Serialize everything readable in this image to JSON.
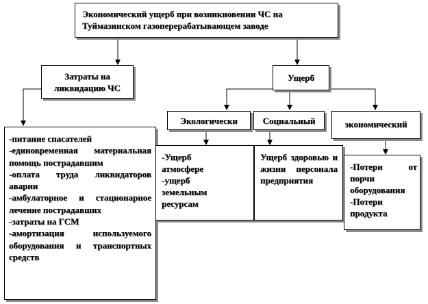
{
  "diagram": {
    "root": {
      "line1": "Экономический ущерб при возникновении ЧС на",
      "line2": "Туймазинском газоперерабатывающем заводе"
    },
    "costs": {
      "title_line1": "Затраты на",
      "title_line2": "ликвидацию ЧС",
      "items": [
        "-питание спасателей",
        "-единовременная материальная помощь пострадавшим",
        "-оплата труда ликвидаторов аварии",
        "-амбулаторное и стационарное лечение пострадавших",
        "-затраты на ГСМ",
        "-амортизация используемого оборудования и транспортных средств"
      ]
    },
    "damage": {
      "title": "Ущерб"
    },
    "ecological": {
      "title": "Экологически",
      "items": [
        "-Ущерб атмосфере",
        "-ущерб земельным ресурсам"
      ]
    },
    "social": {
      "title": "Социальный",
      "items": [
        "Ущерб здоровью и жизни персонала предприятия"
      ]
    },
    "economic": {
      "title": "экономический",
      "items": [
        "-Потери от порчи оборудования",
        "-Потери продукта"
      ]
    }
  }
}
